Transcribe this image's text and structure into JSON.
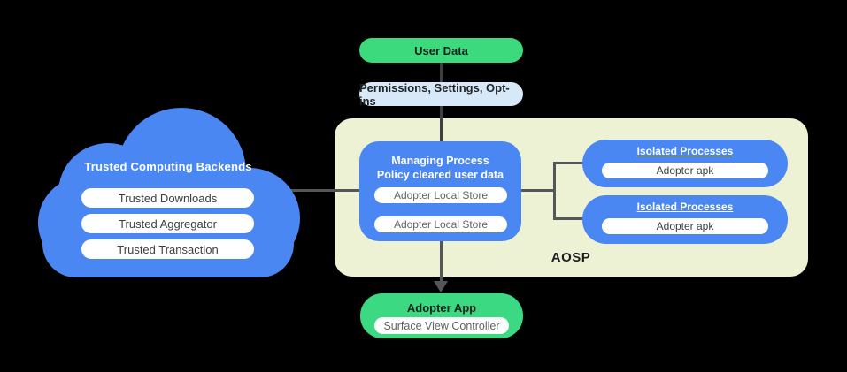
{
  "diagram": {
    "user_data": {
      "label": "User Data"
    },
    "permissions": {
      "label": "Permissions,  Settings, Opt-ins"
    },
    "cloud": {
      "title": "Trusted Computing Backends",
      "items": [
        "Trusted Downloads",
        "Trusted Aggregator",
        "Trusted Transaction"
      ]
    },
    "aosp": {
      "label": "AOSP"
    },
    "managing": {
      "title_line1": "Managing Process",
      "title_line2": "Policy cleared user data",
      "stores": [
        "Adopter Local Store",
        "Adopter Local Store"
      ]
    },
    "isolated": [
      {
        "title": "Isolated Processes",
        "pill": "Adopter apk"
      },
      {
        "title": "Isolated Processes",
        "pill": "Adopter apk"
      }
    ],
    "adopter_app": {
      "title": "Adopter App",
      "pill": "Surface View Controller"
    }
  },
  "colors": {
    "blue": "#4a87f3",
    "green_user_data": "#3cd97d",
    "green_adopter_app": "#3bd981",
    "light_blue_pill": "#d7e9f8",
    "aosp_background": "#edf2d4",
    "connector_line": "#54575a",
    "canvas_background": "#000000"
  }
}
